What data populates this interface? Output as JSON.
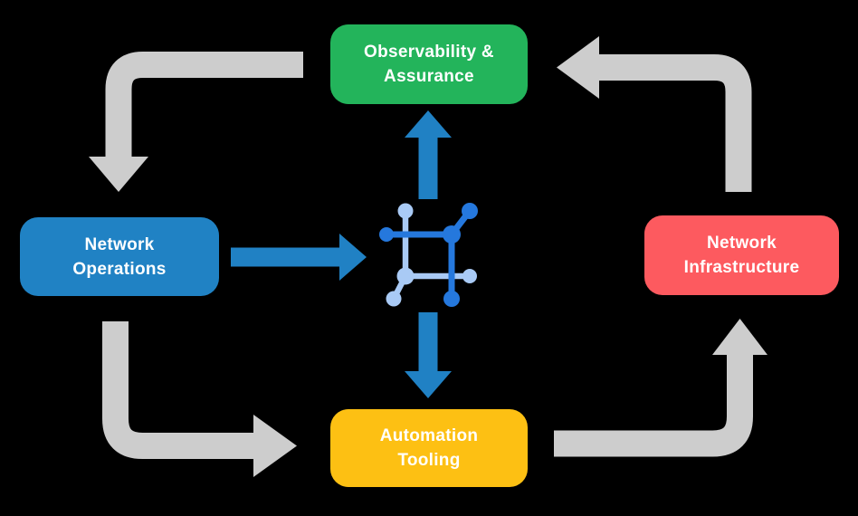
{
  "colors": {
    "background": "#000000",
    "node-green": "#23b45b",
    "node-blue": "#2082c4",
    "node-red": "#fd5a5f",
    "node-yellow": "#fdc013",
    "node-text": "#ffffff",
    "arrow-gray": "#cdcdcd",
    "arrow-blue": "#2081c4",
    "icon-dark-blue": "#2578dd",
    "icon-light-blue": "#a9caf5"
  },
  "diagram": {
    "nodes": [
      {
        "id": "observability-assurance",
        "label": "Observability &\nAssurance",
        "color": "#23b45b"
      },
      {
        "id": "network-operations",
        "label": "Network\nOperations",
        "color": "#2082c4"
      },
      {
        "id": "network-infrastructure",
        "label": "Network\nInfrastructure",
        "color": "#fd5a5f"
      },
      {
        "id": "automation-tooling",
        "label": "Automation\nTooling",
        "color": "#fdc013"
      }
    ],
    "center_icon": "network-platform-icon",
    "edges": [
      {
        "from": "observability-assurance",
        "to": "network-operations",
        "style": "gray-cycle"
      },
      {
        "from": "network-operations",
        "to": "automation-tooling",
        "style": "gray-cycle"
      },
      {
        "from": "automation-tooling",
        "to": "network-infrastructure",
        "style": "gray-cycle"
      },
      {
        "from": "network-infrastructure",
        "to": "observability-assurance",
        "style": "gray-cycle"
      },
      {
        "from": "network-operations",
        "to": "network-platform-icon",
        "style": "blue"
      },
      {
        "from": "network-platform-icon",
        "to": "observability-assurance",
        "style": "blue"
      },
      {
        "from": "network-platform-icon",
        "to": "automation-tooling",
        "style": "blue"
      }
    ]
  }
}
